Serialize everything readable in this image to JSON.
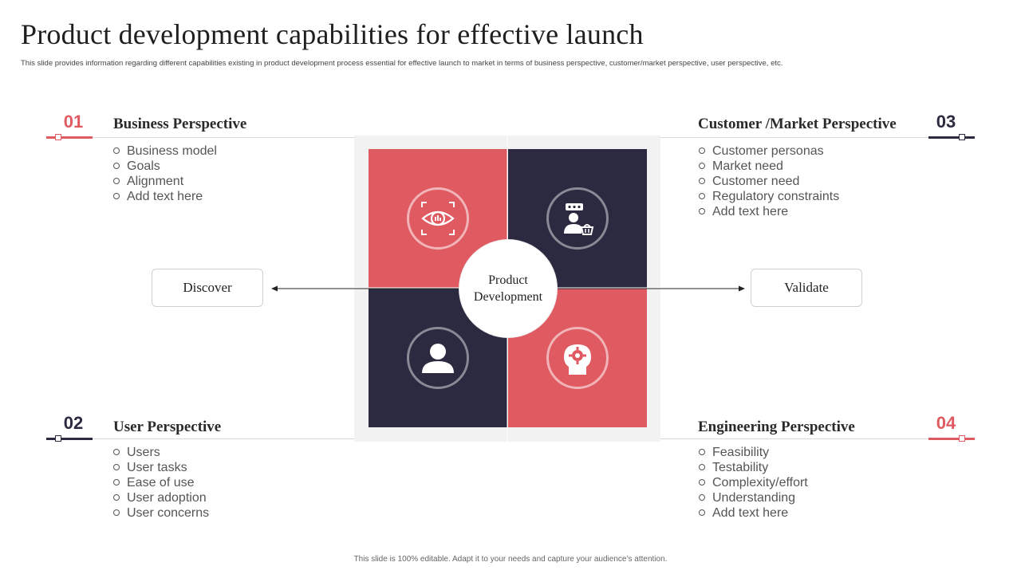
{
  "title": "Product development capabilities for effective launch",
  "subtitle": "This slide provides information regarding different capabilities existing in product development process essential for effective launch to market in terms of business perspective, customer/market perspective, user perspective, etc.",
  "footer": "This slide is 100% editable. Adapt it to your needs and capture your audience’s attention.",
  "colors": {
    "accent_red": "#e05a62",
    "dark_navy": "#2b2a40",
    "frame_gray": "#f2f2f2"
  },
  "center": {
    "line1": "Product",
    "line2": "Development"
  },
  "left_box": "Discover",
  "right_box": "Validate",
  "sections": [
    {
      "number": "01",
      "title": "Business Perspective",
      "items": [
        "Business model",
        "Goals",
        "Alignment",
        "Add text here"
      ]
    },
    {
      "number": "02",
      "title": "User Perspective",
      "items": [
        "Users",
        "User tasks",
        "Ease of use",
        "User adoption",
        "User concerns"
      ]
    },
    {
      "number": "03",
      "title": "Customer /Market Perspective",
      "items": [
        "Customer personas",
        "Market need",
        "Customer need",
        "Regulatory constraints",
        "Add text here"
      ]
    },
    {
      "number": "04",
      "title": "Engineering Perspective",
      "items": [
        "Feasibility",
        "Testability",
        "Complexity/effort",
        "Understanding",
        "Add text here"
      ]
    }
  ],
  "icons": [
    "eye-analytics-icon",
    "customer-rating-icon",
    "user-icon",
    "head-gear-icon"
  ]
}
